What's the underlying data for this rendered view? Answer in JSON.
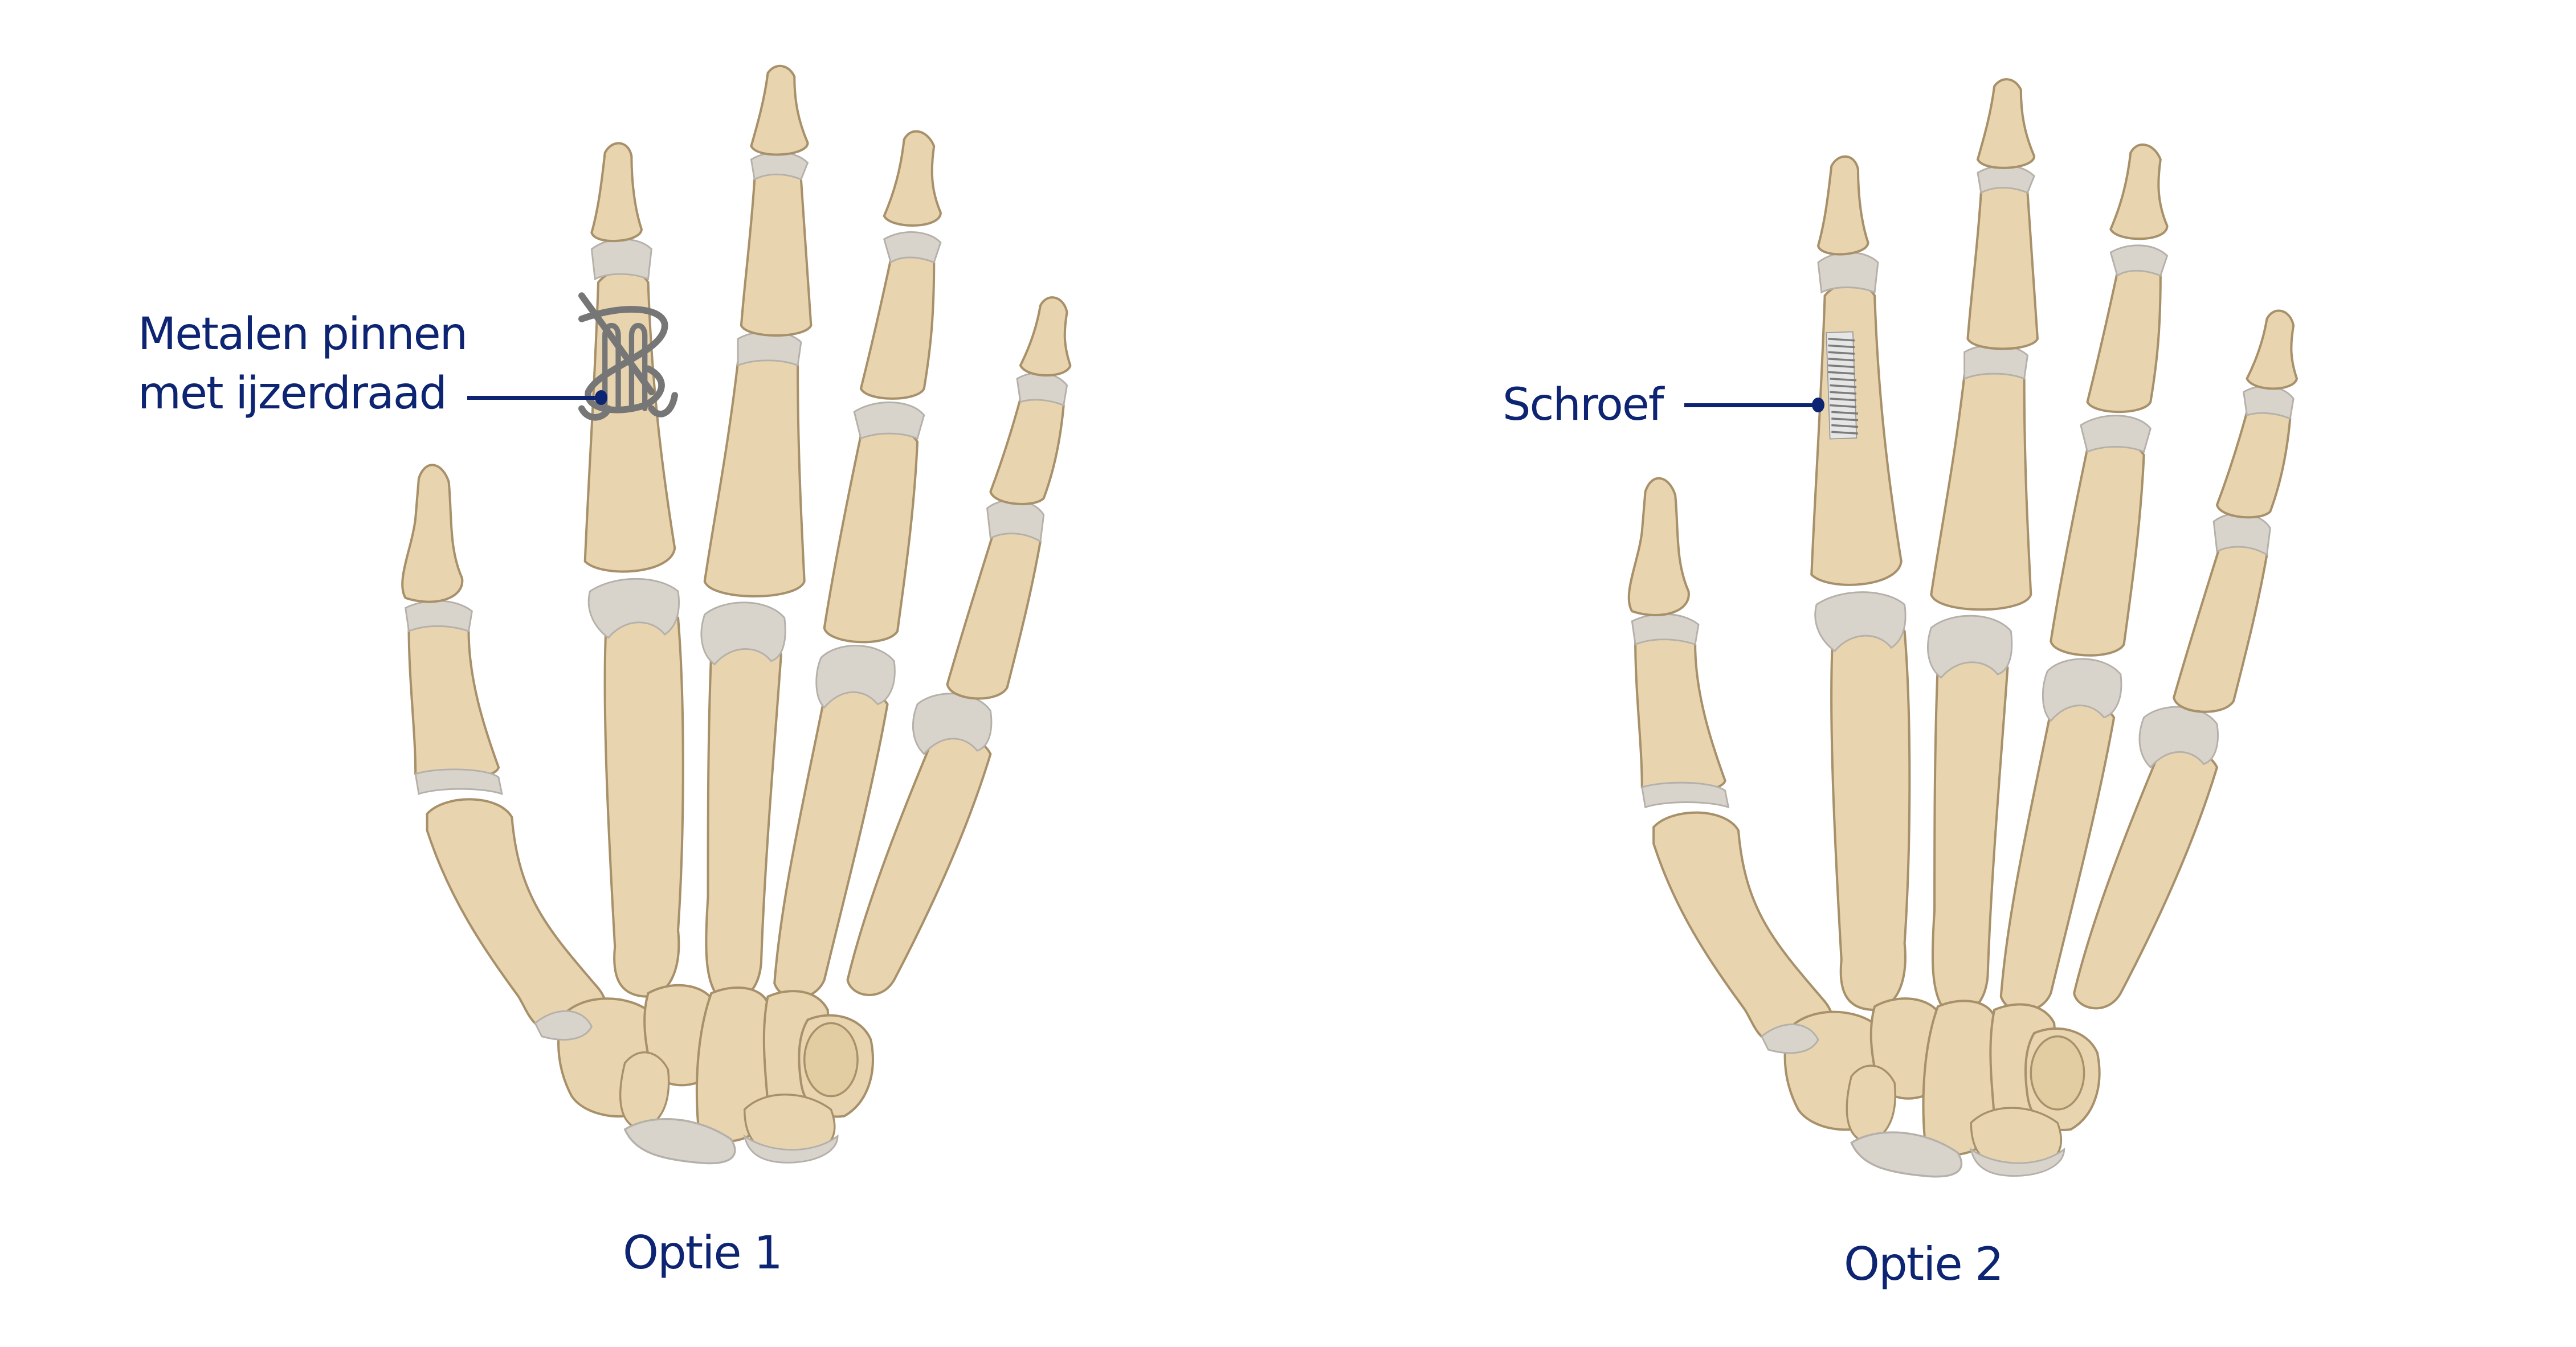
{
  "figure": {
    "panels": [
      {
        "id": "option-1",
        "caption": "Optie 1",
        "callout": {
          "lines": [
            "Metalen pinnen",
            "met ijzerdraad"
          ],
          "target": "index-finger-middle-phalanx",
          "implant": "k-wires-with-tension-band-wire"
        }
      },
      {
        "id": "option-2",
        "caption": "Optie 2",
        "callout": {
          "lines": [
            "Schroef"
          ],
          "target": "index-finger-middle-phalanx",
          "implant": "screw"
        }
      }
    ]
  },
  "colors": {
    "text": "#0d2472",
    "leader": "#0d2472",
    "bone_fill": "#e8d5b0",
    "bone_shade": "#d9bf93",
    "bone_outline": "#a8916a",
    "cartilage": "#d8d4cc",
    "cartilage_outline": "#b5b1aa",
    "wire": "#767676",
    "screw_light": "#e6e6e6",
    "screw_dark": "#7c7c7c",
    "background": "#ffffff"
  }
}
